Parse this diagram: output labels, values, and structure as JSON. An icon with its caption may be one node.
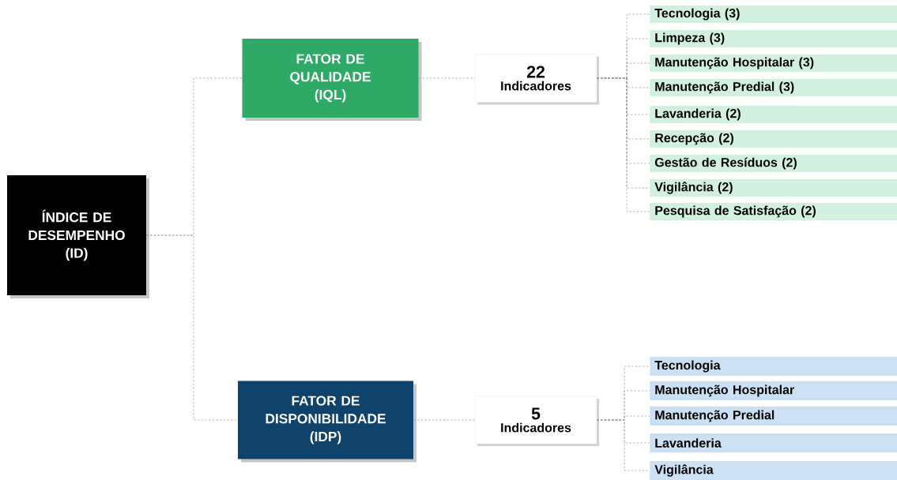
{
  "diagram": {
    "nodes": [
      {
        "text": [
          "ÍNDICE DE DESEMPENHO (ID)"
        ]
      },
      {
        "text": [
          "FATOR DE QUALIDADE (IQL)"
        ]
      },
      {
        "text": [
          "22",
          "Indicadores"
        ]
      },
      {
        "text": [
          "Tecnologia (3)"
        ]
      },
      {
        "text": [
          "Limpeza (3)"
        ]
      },
      {
        "text": [
          "Manutenção Hospitalar (3)"
        ]
      },
      {
        "text": [
          "Manutenção Predial (3)"
        ]
      },
      {
        "text": [
          "Lavanderia (2)"
        ]
      },
      {
        "text": [
          "Recepção (2)"
        ]
      },
      {
        "text": [
          "Gestão de Resíduos (2)"
        ]
      },
      {
        "text": [
          "Vigilância (2)"
        ]
      },
      {
        "text": [
          "Pesquisa de Satisfação (2)"
        ]
      },
      {
        "text": [
          "FATOR DE DISPONIBILIDADE (IDP)"
        ]
      },
      {
        "text": [
          "5",
          "Indicadores"
        ]
      },
      {
        "text": [
          "Tecnologia"
        ]
      },
      {
        "text": [
          "Manutenção Hospitalar"
        ]
      },
      {
        "text": [
          "Manutenção Predial"
        ]
      },
      {
        "text": [
          "Lavanderia"
        ]
      },
      {
        "text": [
          "Vigilância"
        ]
      }
    ],
    "edges": [
      {
        "from": 0,
        "to": 1,
        "arrow": "none",
        "style": "dashed"
      },
      {
        "from": 0,
        "to": 12,
        "arrow": "none",
        "style": "dashed"
      },
      {
        "from": 1,
        "to": 2,
        "arrow": "none",
        "style": "dashed"
      },
      {
        "from": 2,
        "to": 3,
        "arrow": "none",
        "style": "dashed"
      },
      {
        "from": 2,
        "to": 4,
        "arrow": "none",
        "style": "dashed"
      },
      {
        "from": 2,
        "to": 5,
        "arrow": "none",
        "style": "dashed"
      },
      {
        "from": 2,
        "to": 6,
        "arrow": "none",
        "style": "dashed"
      },
      {
        "from": 2,
        "to": 7,
        "arrow": "none",
        "style": "dashed"
      },
      {
        "from": 2,
        "to": 8,
        "arrow": "none",
        "style": "dashed"
      },
      {
        "from": 2,
        "to": 9,
        "arrow": "none",
        "style": "dashed"
      },
      {
        "from": 2,
        "to": 10,
        "arrow": "none",
        "style": "dashed"
      },
      {
        "from": 2,
        "to": 11,
        "arrow": "none",
        "style": "dashed"
      },
      {
        "from": 12,
        "to": 13,
        "arrow": "none",
        "style": "dashed"
      },
      {
        "from": 13,
        "to": 14,
        "arrow": "none",
        "style": "dashed"
      },
      {
        "from": 13,
        "to": 15,
        "arrow": "none",
        "style": "dashed"
      },
      {
        "from": 13,
        "to": 16,
        "arrow": "none",
        "style": "dashed"
      },
      {
        "from": 13,
        "to": 17,
        "arrow": "none",
        "style": "dashed"
      },
      {
        "from": 13,
        "to": 18,
        "arrow": "none",
        "style": "dashed"
      }
    ]
  }
}
